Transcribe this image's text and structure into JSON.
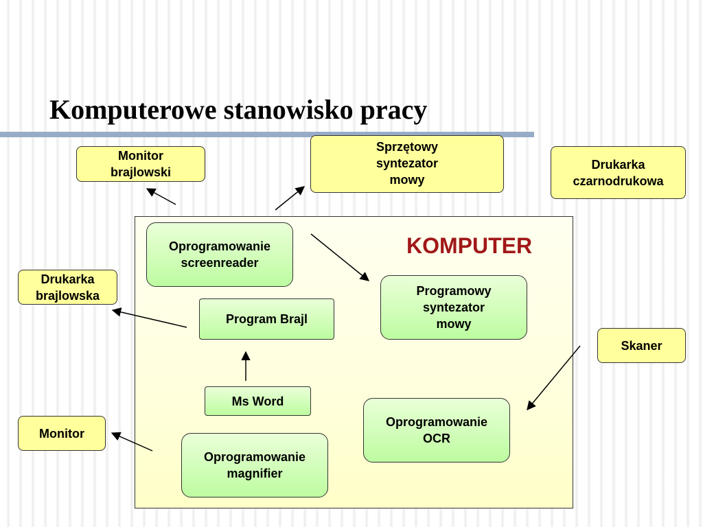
{
  "title": "Komputerowe stanowisko pracy",
  "computer_label": "KOMPUTER",
  "external": {
    "monitor_braille": "Monitor\nbrajlowski",
    "hardware_synth": "Sprzętowy\nsyntezator\nmowy",
    "black_printer": "Drukarka\nczarnodrukowa",
    "braille_printer": "Drukarka\nbrajlowska",
    "scanner": "Skaner",
    "monitor": "Monitor"
  },
  "internal": {
    "screenreader": "Oprogramowanie\nscreenreader",
    "software_synth": "Programowy\nsyntezator\nmowy",
    "program_brajl": "Program Brajl",
    "ms_word": "Ms Word",
    "ocr": "Oprogramowanie\nOCR",
    "magnifier": "Oprogramowanie\nmagnifier"
  },
  "colors": {
    "external_fill": "#ffff9c",
    "internal_fill": "#bdfca0",
    "computer_label": "#a01818",
    "title_rule": "#97acc8"
  }
}
